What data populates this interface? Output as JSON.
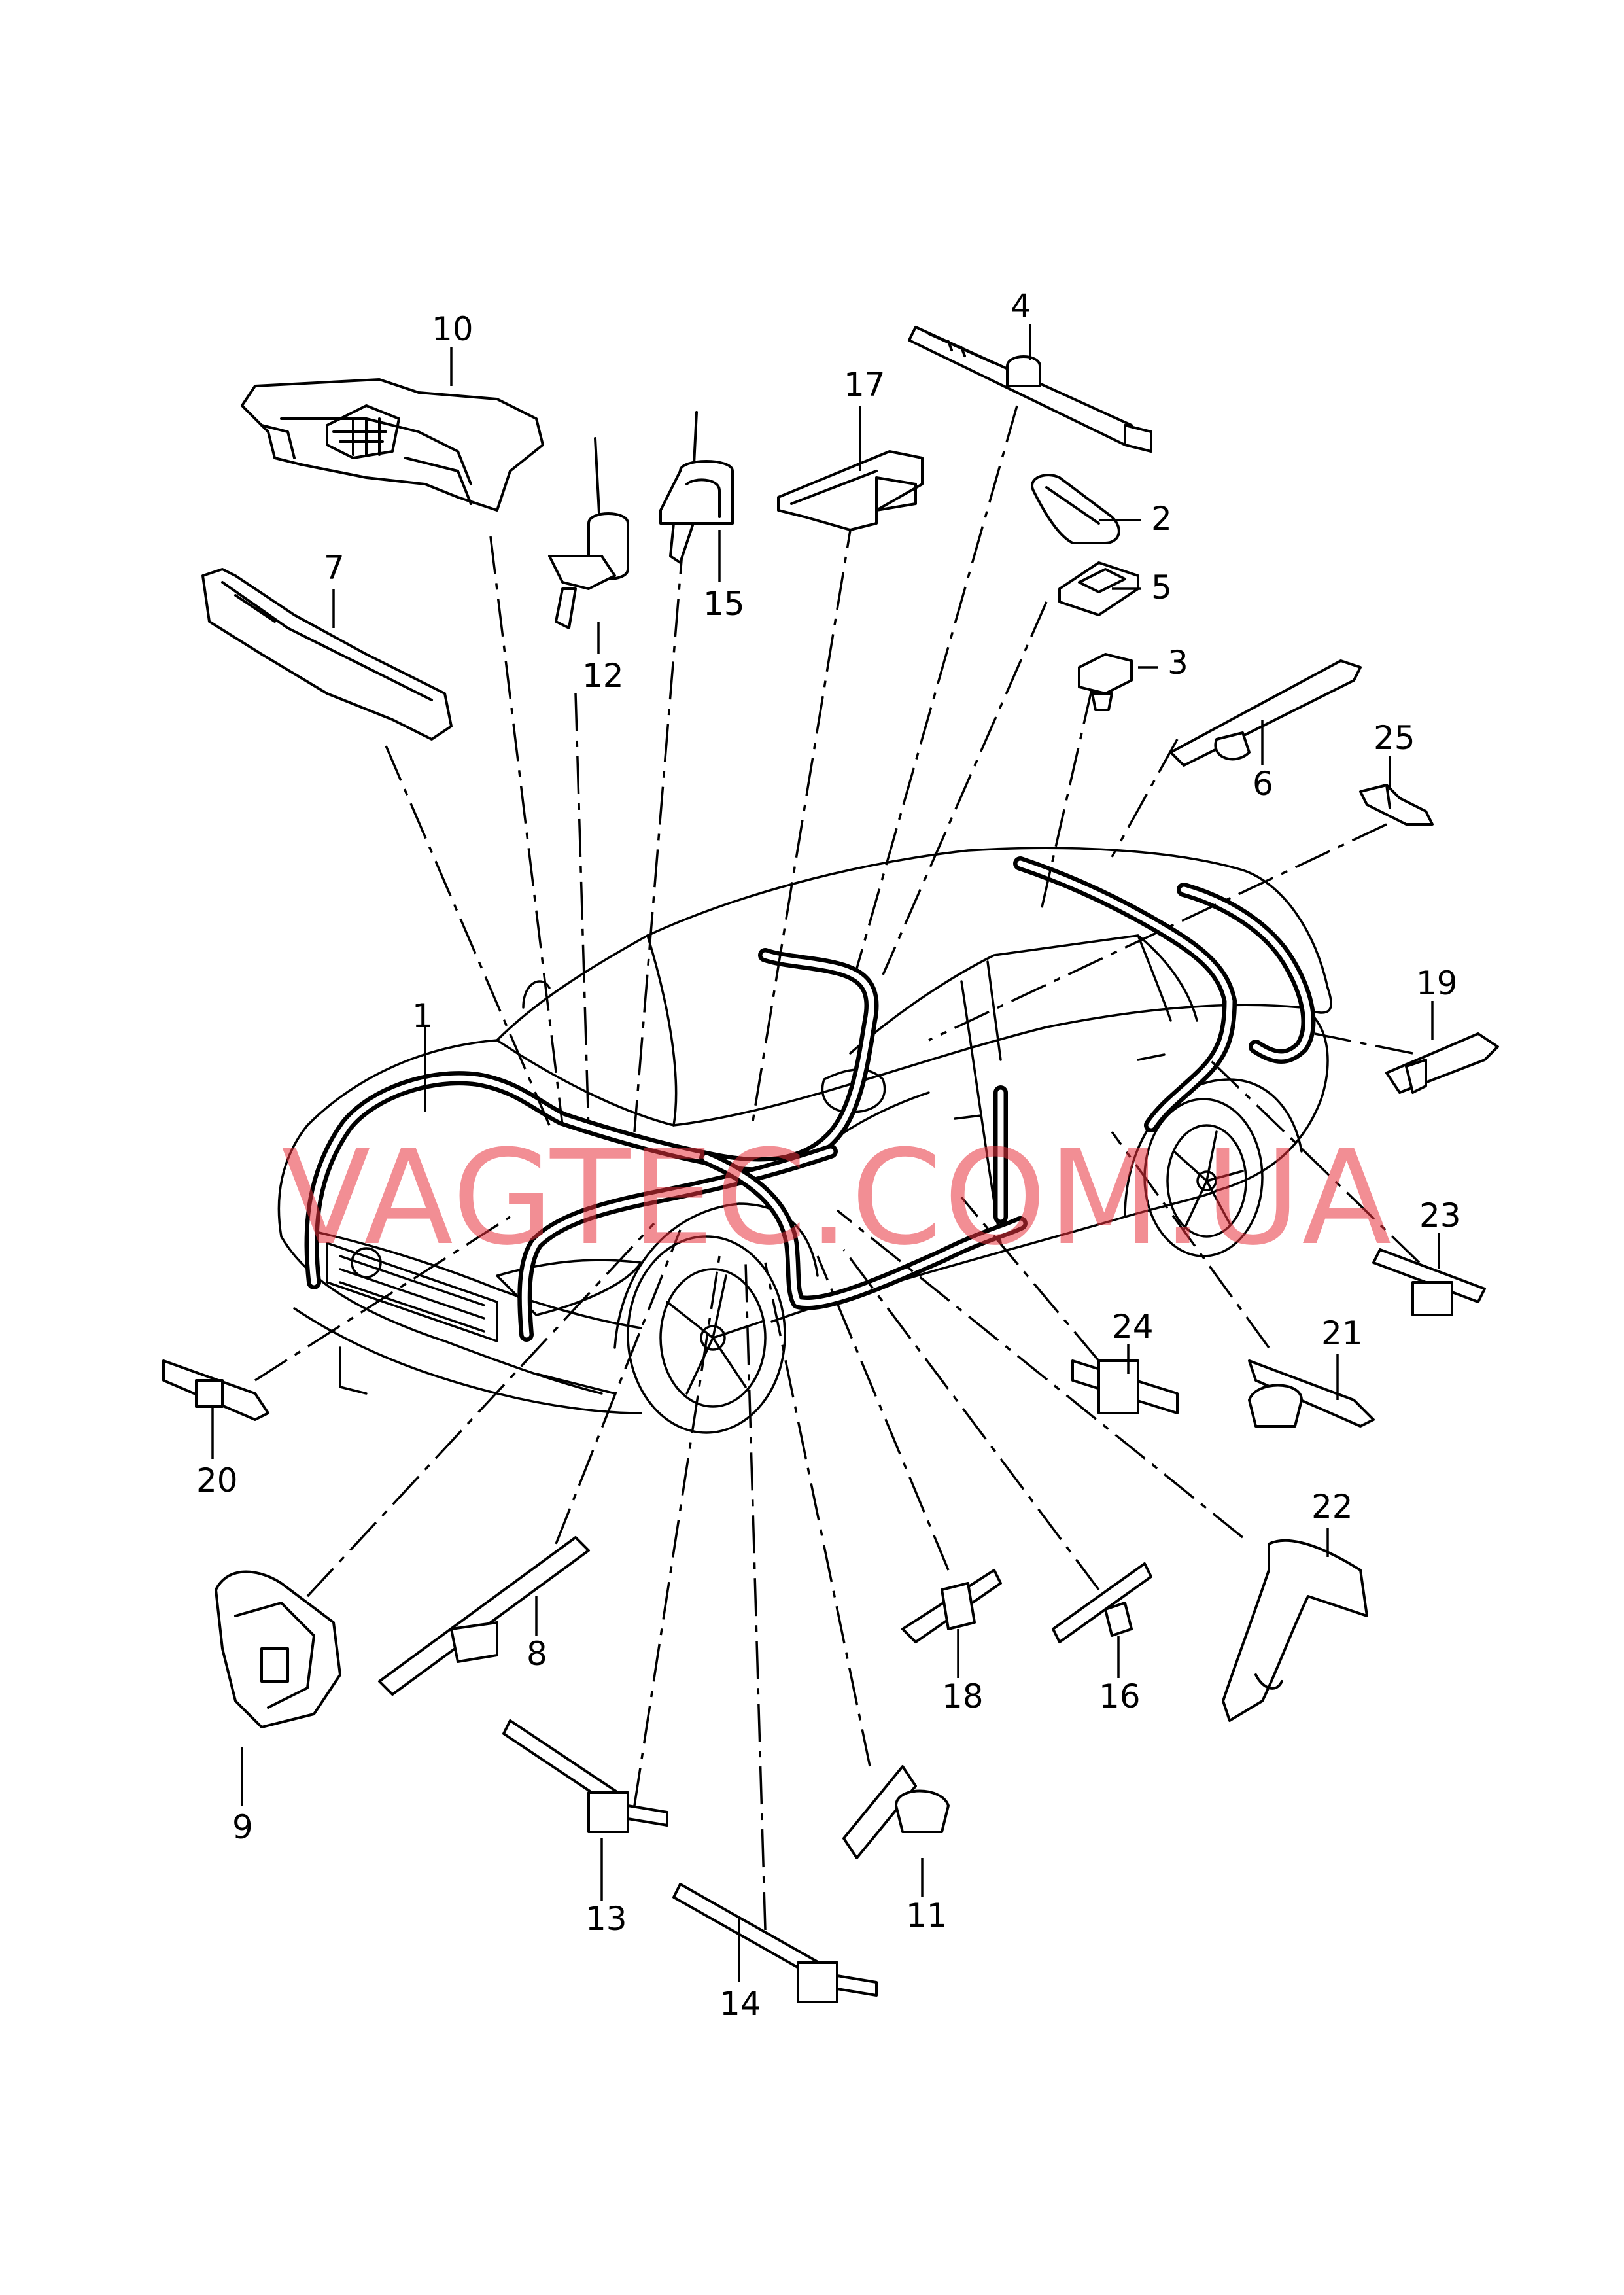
{
  "watermark": "VAGTEC.COM.UA",
  "callouts": {
    "c1": "1",
    "c2": "2",
    "c3": "3",
    "c4": "4",
    "c5": "5",
    "c6": "6",
    "c7": "7",
    "c8": "8",
    "c9": "9",
    "c10": "10",
    "c11": "11",
    "c12": "12",
    "c13": "13",
    "c14": "14",
    "c15": "15",
    "c16": "16",
    "c17": "17",
    "c18": "18",
    "c19": "19",
    "c20": "20",
    "c21": "21",
    "c22": "22",
    "c23": "23",
    "c24": "24",
    "c25": "25"
  }
}
